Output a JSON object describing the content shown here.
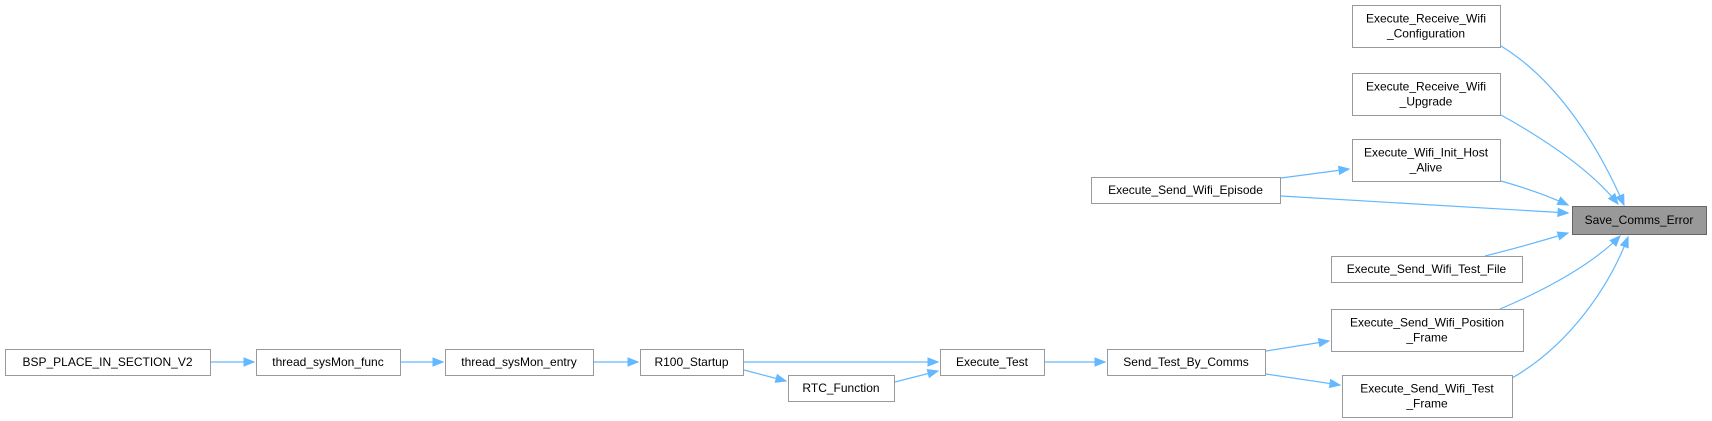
{
  "graph": {
    "colors": {
      "edge": "#63b8ff",
      "node_border": "#999999",
      "node_fill": "#ffffff",
      "highlight_fill": "#999999"
    },
    "nodes": [
      {
        "id": "save_comms_error",
        "lines": [
          "Save_Comms_Error"
        ],
        "highlight": true
      },
      {
        "id": "exec_recv_wifi_config",
        "lines": [
          "Execute_Receive_Wifi",
          "_Configuration"
        ]
      },
      {
        "id": "exec_recv_wifi_upgrade",
        "lines": [
          "Execute_Receive_Wifi",
          "_Upgrade"
        ]
      },
      {
        "id": "exec_wifi_init_host_alive",
        "lines": [
          "Execute_Wifi_Init_Host",
          "_Alive"
        ]
      },
      {
        "id": "exec_send_wifi_episode",
        "lines": [
          "Execute_Send_Wifi_Episode"
        ]
      },
      {
        "id": "exec_send_wifi_test_file",
        "lines": [
          "Execute_Send_Wifi_Test_File"
        ]
      },
      {
        "id": "exec_send_wifi_position_frame",
        "lines": [
          "Execute_Send_Wifi_Position",
          "_Frame"
        ]
      },
      {
        "id": "exec_send_wifi_test_frame",
        "lines": [
          "Execute_Send_Wifi_Test",
          "_Frame"
        ]
      },
      {
        "id": "send_test_by_comms",
        "lines": [
          "Send_Test_By_Comms"
        ]
      },
      {
        "id": "execute_test",
        "lines": [
          "Execute_Test"
        ]
      },
      {
        "id": "rtc_function",
        "lines": [
          "RTC_Function"
        ]
      },
      {
        "id": "r100_startup",
        "lines": [
          "R100_Startup"
        ]
      },
      {
        "id": "thread_sysmon_entry",
        "lines": [
          "thread_sysMon_entry"
        ]
      },
      {
        "id": "thread_sysmon_func",
        "lines": [
          "thread_sysMon_func"
        ]
      },
      {
        "id": "bsp_place_in_section_v2",
        "lines": [
          "BSP_PLACE_IN_SECTION_V2"
        ]
      }
    ],
    "edges": [
      {
        "from": "exec_recv_wifi_config",
        "to": "save_comms_error"
      },
      {
        "from": "exec_recv_wifi_upgrade",
        "to": "save_comms_error"
      },
      {
        "from": "exec_wifi_init_host_alive",
        "to": "save_comms_error"
      },
      {
        "from": "exec_send_wifi_episode",
        "to": "save_comms_error"
      },
      {
        "from": "exec_send_wifi_episode",
        "to": "exec_wifi_init_host_alive"
      },
      {
        "from": "exec_send_wifi_test_file",
        "to": "save_comms_error"
      },
      {
        "from": "exec_send_wifi_position_frame",
        "to": "save_comms_error"
      },
      {
        "from": "exec_send_wifi_test_frame",
        "to": "save_comms_error"
      },
      {
        "from": "send_test_by_comms",
        "to": "exec_send_wifi_position_frame"
      },
      {
        "from": "send_test_by_comms",
        "to": "exec_send_wifi_test_frame"
      },
      {
        "from": "execute_test",
        "to": "send_test_by_comms"
      },
      {
        "from": "r100_startup",
        "to": "execute_test"
      },
      {
        "from": "r100_startup",
        "to": "rtc_function"
      },
      {
        "from": "rtc_function",
        "to": "execute_test"
      },
      {
        "from": "thread_sysmon_entry",
        "to": "r100_startup"
      },
      {
        "from": "thread_sysmon_func",
        "to": "thread_sysmon_entry"
      },
      {
        "from": "bsp_place_in_section_v2",
        "to": "thread_sysmon_func"
      }
    ]
  }
}
